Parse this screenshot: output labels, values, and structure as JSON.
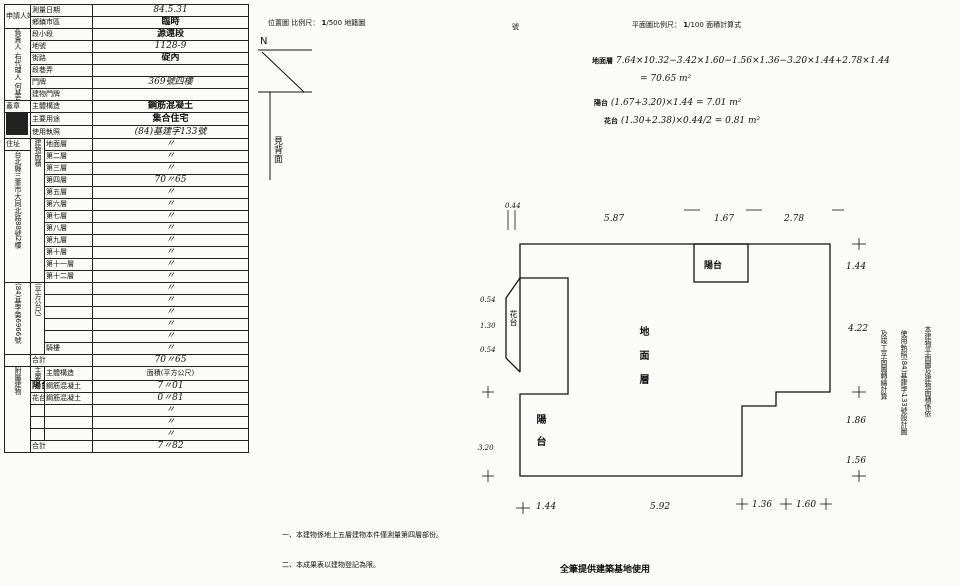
{
  "form": {
    "applicant_label": "申請人姓名",
    "applicant_name": "負責人 右代理人 何基石 台北建設股份有限公司 簡志昌",
    "survey_date_label": "測量日期",
    "survey_date": "84.5.31",
    "sheet_label": "圖號",
    "base_label": "基地坐落",
    "district_label": "鄉鎮市區",
    "district": "臨時",
    "section_label": "段小段",
    "section": "源遠段",
    "lot_label": "地號",
    "lot": "1128-9",
    "building_label": "建物門牌",
    "street_label": "街路",
    "street": "碇內",
    "lane_label": "段巷弄",
    "number_label": "門牌",
    "number": "369號四樓",
    "seal_label": "蓋章",
    "structure_label": "主體構造",
    "structure": "鋼筋混凝土",
    "use_label": "主要用途",
    "use": "集合住宅",
    "license_label": "使用執照",
    "license": "(84)基建字133號",
    "address_label": "住址",
    "address_text": "台北縣三重市大同北路88號2樓",
    "area_section_label": "建物面積",
    "floors": [
      {
        "label": "地面層",
        "value": "〃"
      },
      {
        "label": "第二層",
        "value": "〃"
      },
      {
        "label": "第三層",
        "value": "〃"
      },
      {
        "label": "第四層",
        "value": "70〃65"
      },
      {
        "label": "第五層",
        "value": "〃"
      },
      {
        "label": "第六層",
        "value": "〃"
      },
      {
        "label": "第七層",
        "value": "〃"
      },
      {
        "label": "第八層",
        "value": "〃"
      },
      {
        "label": "第九層",
        "value": "〃"
      },
      {
        "label": "第十層",
        "value": "〃"
      },
      {
        "label": "第十一層",
        "value": "〃"
      },
      {
        "label": "第十二層",
        "value": "〃"
      },
      {
        "label": "",
        "value": "〃"
      },
      {
        "label": "",
        "value": "〃"
      },
      {
        "label": "",
        "value": "〃"
      },
      {
        "label": "",
        "value": "〃"
      },
      {
        "label": "",
        "value": "〃"
      },
      {
        "label": "",
        "value": "〃"
      }
    ],
    "unit_label": "(平方公尺)",
    "rooftop_label": "騎樓",
    "rooftop_value": "〃",
    "total_label": "合計",
    "total_value": "70〃65",
    "aux_label": "附屬建物",
    "aux_use_label": "主要用途",
    "aux_struct_label": "主體構造",
    "aux_area_label": "面積(平方公尺)",
    "aux_rows": [
      {
        "use": "陽台",
        "struct": "鋼筋混凝土",
        "area": "7〃01"
      },
      {
        "use": "花台",
        "struct": "鋼筋混凝土",
        "area": "0〃81"
      },
      {
        "use": "",
        "struct": "",
        "area": "〃"
      },
      {
        "use": "",
        "struct": "",
        "area": "〃"
      },
      {
        "use": "",
        "struct": "",
        "area": "〃"
      }
    ],
    "aux_total_label": "合計",
    "aux_total_value": "7〃82",
    "applicant_no": "(84)基字第6966號"
  },
  "plan": {
    "location_label": "位置圖 比例尺：",
    "location_scale_num": "1",
    "location_scale_den": "500",
    "location_suffix": "地籍圖",
    "sheet_no_label": "號",
    "plan_scale_label": "平面圖比例尺：",
    "plan_scale_num": "1",
    "plan_scale_den": "100",
    "plan_scale_suffix": "面積計算式",
    "north": "N",
    "see_back": "見背面",
    "calc": [
      {
        "label": "地面層",
        "expr": "7.64×10.32−3.42×1.60−1.56×1.36−3.20×1.44+2.78×1.44"
      },
      {
        "label": "",
        "expr": "= 70.65 m²"
      },
      {
        "label": "陽台",
        "expr": "(1.67+3.20)×1.44 = 7.01 m²"
      },
      {
        "label": "花台",
        "expr": "(1.30+2.38)×0.44/2 = 0.81 m²"
      }
    ],
    "dims": {
      "d044": "0.44",
      "d587": "5.87",
      "d167": "1.67",
      "d278": "2.78",
      "d144a": "1.44",
      "d054a": "0.54",
      "d130": "1.30",
      "d054b": "0.54",
      "d422": "4.22",
      "d186": "1.86",
      "d156": "1.56",
      "d320": "3.20",
      "d144b": "1.44",
      "d592": "5.92",
      "d136": "1.36",
      "d160": "1.60"
    },
    "room_balcony_top": "陽台",
    "room_flower": "花台",
    "room_main": "地面層",
    "room_balcony_bottom": "陽台",
    "side_note_1": "本建物平面圖及建物面積係依",
    "side_note_2": "使用執照(84)基建字133號設計圖",
    "side_note_3": "及竣工平面圖轉繪計算",
    "footer_1": "一、本建物係地上五層建物本件僅測量第四層部份。",
    "footer_2": "二、本成果表以建物登記為限。",
    "footer_3": "全筆提供建築基地使用"
  }
}
